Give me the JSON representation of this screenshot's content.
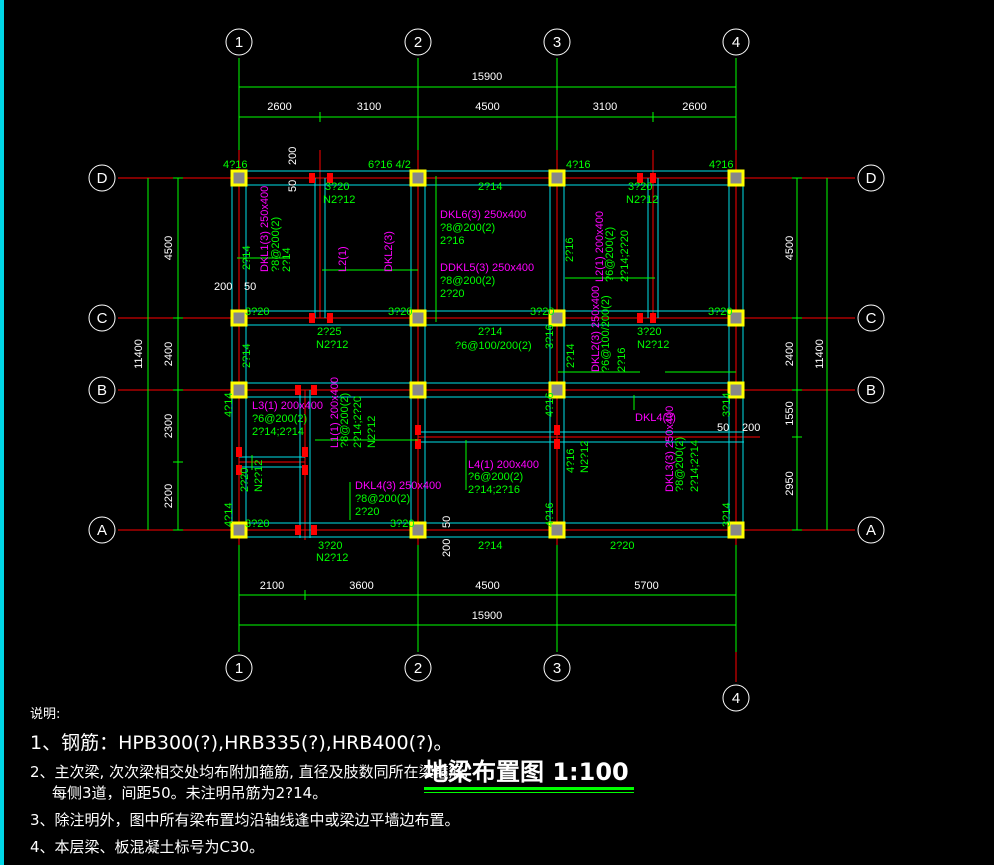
{
  "axes": {
    "cols": [
      "1",
      "2",
      "3",
      "4"
    ],
    "rows": [
      "D",
      "C",
      "B",
      "A"
    ]
  },
  "dims": {
    "top_total": "15900",
    "top_parts": [
      "2600",
      "3100",
      "4500",
      "3100",
      "2600"
    ],
    "bottom_total": "15900",
    "bottom_parts": [
      "2100",
      "3600",
      "4500",
      "5700"
    ],
    "left_total": "11400",
    "left_parts": [
      "4500",
      "2400",
      "2300",
      "2200"
    ],
    "right_total": "11400",
    "right_parts": [
      "4500",
      "2400",
      "1550",
      "2950"
    ]
  },
  "annotations": [
    "4?16",
    "200",
    "50",
    "6?16 4/2",
    "3?20",
    "N2?12",
    "2?14",
    "4?16",
    "4?16",
    "3?20",
    "N2?12",
    "DKL1(3) 250x400",
    "?8@200(2)",
    "2?14",
    "2?14",
    "L2(1)",
    "DKL2(3)",
    "DKL6(3) 250x400",
    "?8@200(2)",
    "2?16",
    "DDKL5(3) 250x400",
    "?8@200(2)",
    "2?20",
    "2?16",
    "L2(1) 200x400",
    "?6@200(2)",
    "2?14;2?20",
    "200",
    "50",
    "3?20",
    "3?20",
    "3?20",
    "3?20",
    "2?25",
    "N2?12",
    "2?14",
    "?6@100/200(2)",
    "3?16",
    "3?20",
    "N2?12",
    "2?14",
    "2?14",
    "DKL2(3) 250x400",
    "?6@100/200(2)",
    "2?16",
    "4?14",
    "L3(1) 200x400",
    "?6@200(2)",
    "2?14;2?14",
    "L1(1) 200x400",
    "?8@200(2)",
    "2?14;2?20",
    "N2?12",
    "4?16",
    "DKL4(3)",
    "3?14",
    "50",
    "200",
    "2?20",
    "N2?12",
    "4?16",
    "N2?12",
    "L4(1) 200x400",
    "?6@200(2)",
    "2?14;2?16",
    "DKL3(3) 250x400",
    "?8@200(2)",
    "2?14;2?14",
    "DKL4(3) 250x400",
    "?8@200(2)",
    "2?20",
    "4?14",
    "3?20",
    "3?20",
    "4?16",
    "3?14",
    "50",
    "200",
    "2?14",
    "2?20",
    "3?20",
    "N2?12"
  ],
  "notes": {
    "heading": "说明:",
    "items": [
      "1、钢筋：HPB300(?),HRB335(?),HRB400(?)。",
      "2、主次梁, 次次梁相交处均布附加箍筋, 直径及肢数同所在梁箍筋,",
      "每侧3道，间距50。未注明吊筋为2?14。",
      "3、除注明外，图中所有梁布置均沿轴线逢中或梁边平墙边布置。",
      "4、本层梁、板混凝土标号为C30。"
    ]
  },
  "drawing_title": "地梁布置图  1:100",
  "colors": {
    "axis": "#ff0000",
    "beam": "#00e0e8",
    "column": "#ffff00",
    "rebar": "#00ff00",
    "beam_label": "#ff00ff",
    "dim": "#ffffff"
  }
}
